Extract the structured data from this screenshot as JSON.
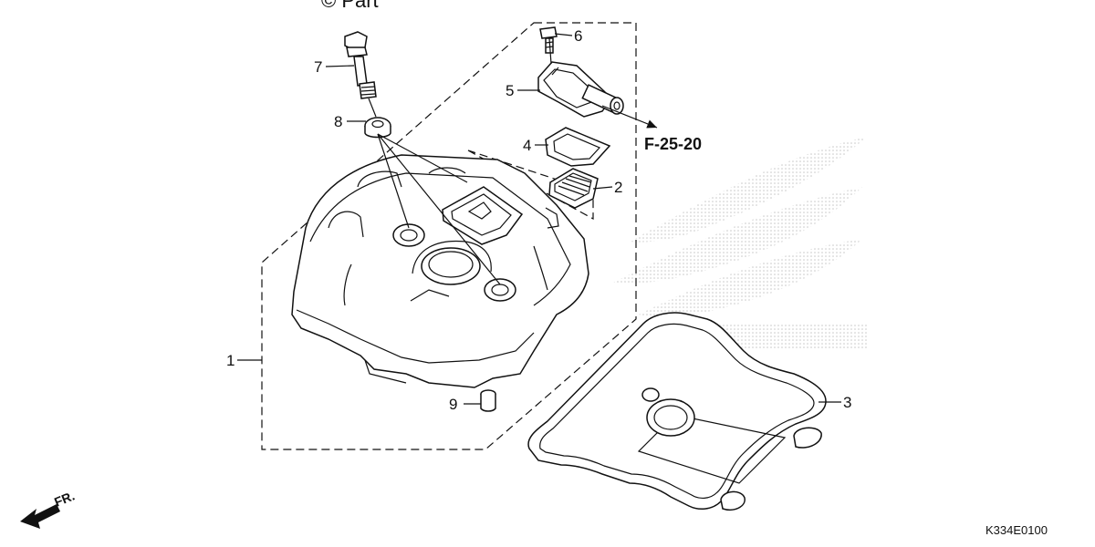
{
  "copyright": "© Part",
  "reference": "F-25-20",
  "fr_label": "FR.",
  "diagram_code": "K334E0100",
  "callouts": [
    {
      "id": "1",
      "label": "1"
    },
    {
      "id": "2",
      "label": "2"
    },
    {
      "id": "3",
      "label": "3"
    },
    {
      "id": "4",
      "label": "4"
    },
    {
      "id": "5",
      "label": "5"
    },
    {
      "id": "6",
      "label": "6"
    },
    {
      "id": "7",
      "label": "7"
    },
    {
      "id": "8",
      "label": "8"
    },
    {
      "id": "9",
      "label": "9"
    }
  ]
}
